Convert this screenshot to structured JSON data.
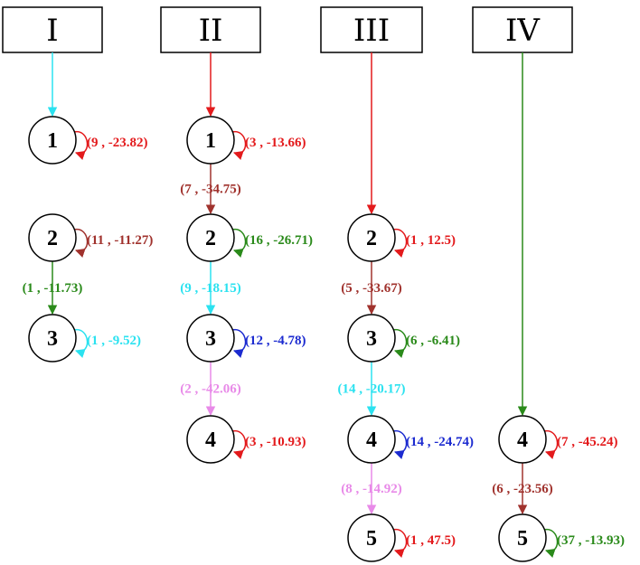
{
  "colors": {
    "red": "#e31a1c",
    "brown": "#a0322d",
    "green": "#2a8a1a",
    "cyan": "#2be2f0",
    "blue": "#1c2bd0",
    "violet": "#e88ae8",
    "black": "#000000"
  },
  "groups": [
    {
      "label": "I",
      "entry_color": "cyan",
      "nodes": [
        {
          "label": "1",
          "loop": "(9 , -23.82)",
          "loop_color": "red"
        },
        {
          "label": "2",
          "loop": "(11 , -11.27)",
          "loop_color": "brown"
        },
        {
          "label": "3",
          "loop": "(1 , -9.52)",
          "loop_color": "cyan"
        }
      ],
      "edges": [
        {
          "from": "2",
          "to": "3",
          "label": "(1 , -11.73)",
          "color": "green"
        }
      ]
    },
    {
      "label": "II",
      "entry_color": "red",
      "nodes": [
        {
          "label": "1",
          "loop": "(3 , -13.66)",
          "loop_color": "red"
        },
        {
          "label": "2",
          "loop": "(16 , -26.71)",
          "loop_color": "green"
        },
        {
          "label": "3",
          "loop": "(12 , -4.78)",
          "loop_color": "blue"
        },
        {
          "label": "4",
          "loop": "(3 , -10.93)",
          "loop_color": "red"
        }
      ],
      "edges": [
        {
          "from": "1",
          "to": "2",
          "label": "(7 , -34.75)",
          "color": "brown"
        },
        {
          "from": "2",
          "to": "3",
          "label": "(9 , -18.15)",
          "color": "cyan"
        },
        {
          "from": "3",
          "to": "4",
          "label": "(2 , -42.06)",
          "color": "violet"
        }
      ]
    },
    {
      "label": "III",
      "entry_color": "red",
      "nodes": [
        {
          "label": "2",
          "loop": "(1 , 12.5)",
          "loop_color": "red"
        },
        {
          "label": "3",
          "loop": "(6 , -6.41)",
          "loop_color": "green"
        },
        {
          "label": "4",
          "loop": "(14 , -24.74)",
          "loop_color": "blue"
        },
        {
          "label": "5",
          "loop": "(1 , 47.5)",
          "loop_color": "red"
        }
      ],
      "edges": [
        {
          "from": "2",
          "to": "3",
          "label": "(5 , -33.67)",
          "color": "brown"
        },
        {
          "from": "3",
          "to": "4",
          "label": "(14 , -20.17)",
          "color": "cyan"
        },
        {
          "from": "4",
          "to": "5",
          "label": "(8 , -14.92)",
          "color": "violet"
        }
      ]
    },
    {
      "label": "IV",
      "entry_color": "green",
      "nodes": [
        {
          "label": "4",
          "loop": "(7 , -45.24)",
          "loop_color": "red"
        },
        {
          "label": "5",
          "loop": "(37 , -13.93)",
          "loop_color": "green"
        }
      ],
      "edges": [
        {
          "from": "4",
          "to": "5",
          "label": "(6 , -23.56)",
          "color": "brown"
        }
      ]
    }
  ]
}
